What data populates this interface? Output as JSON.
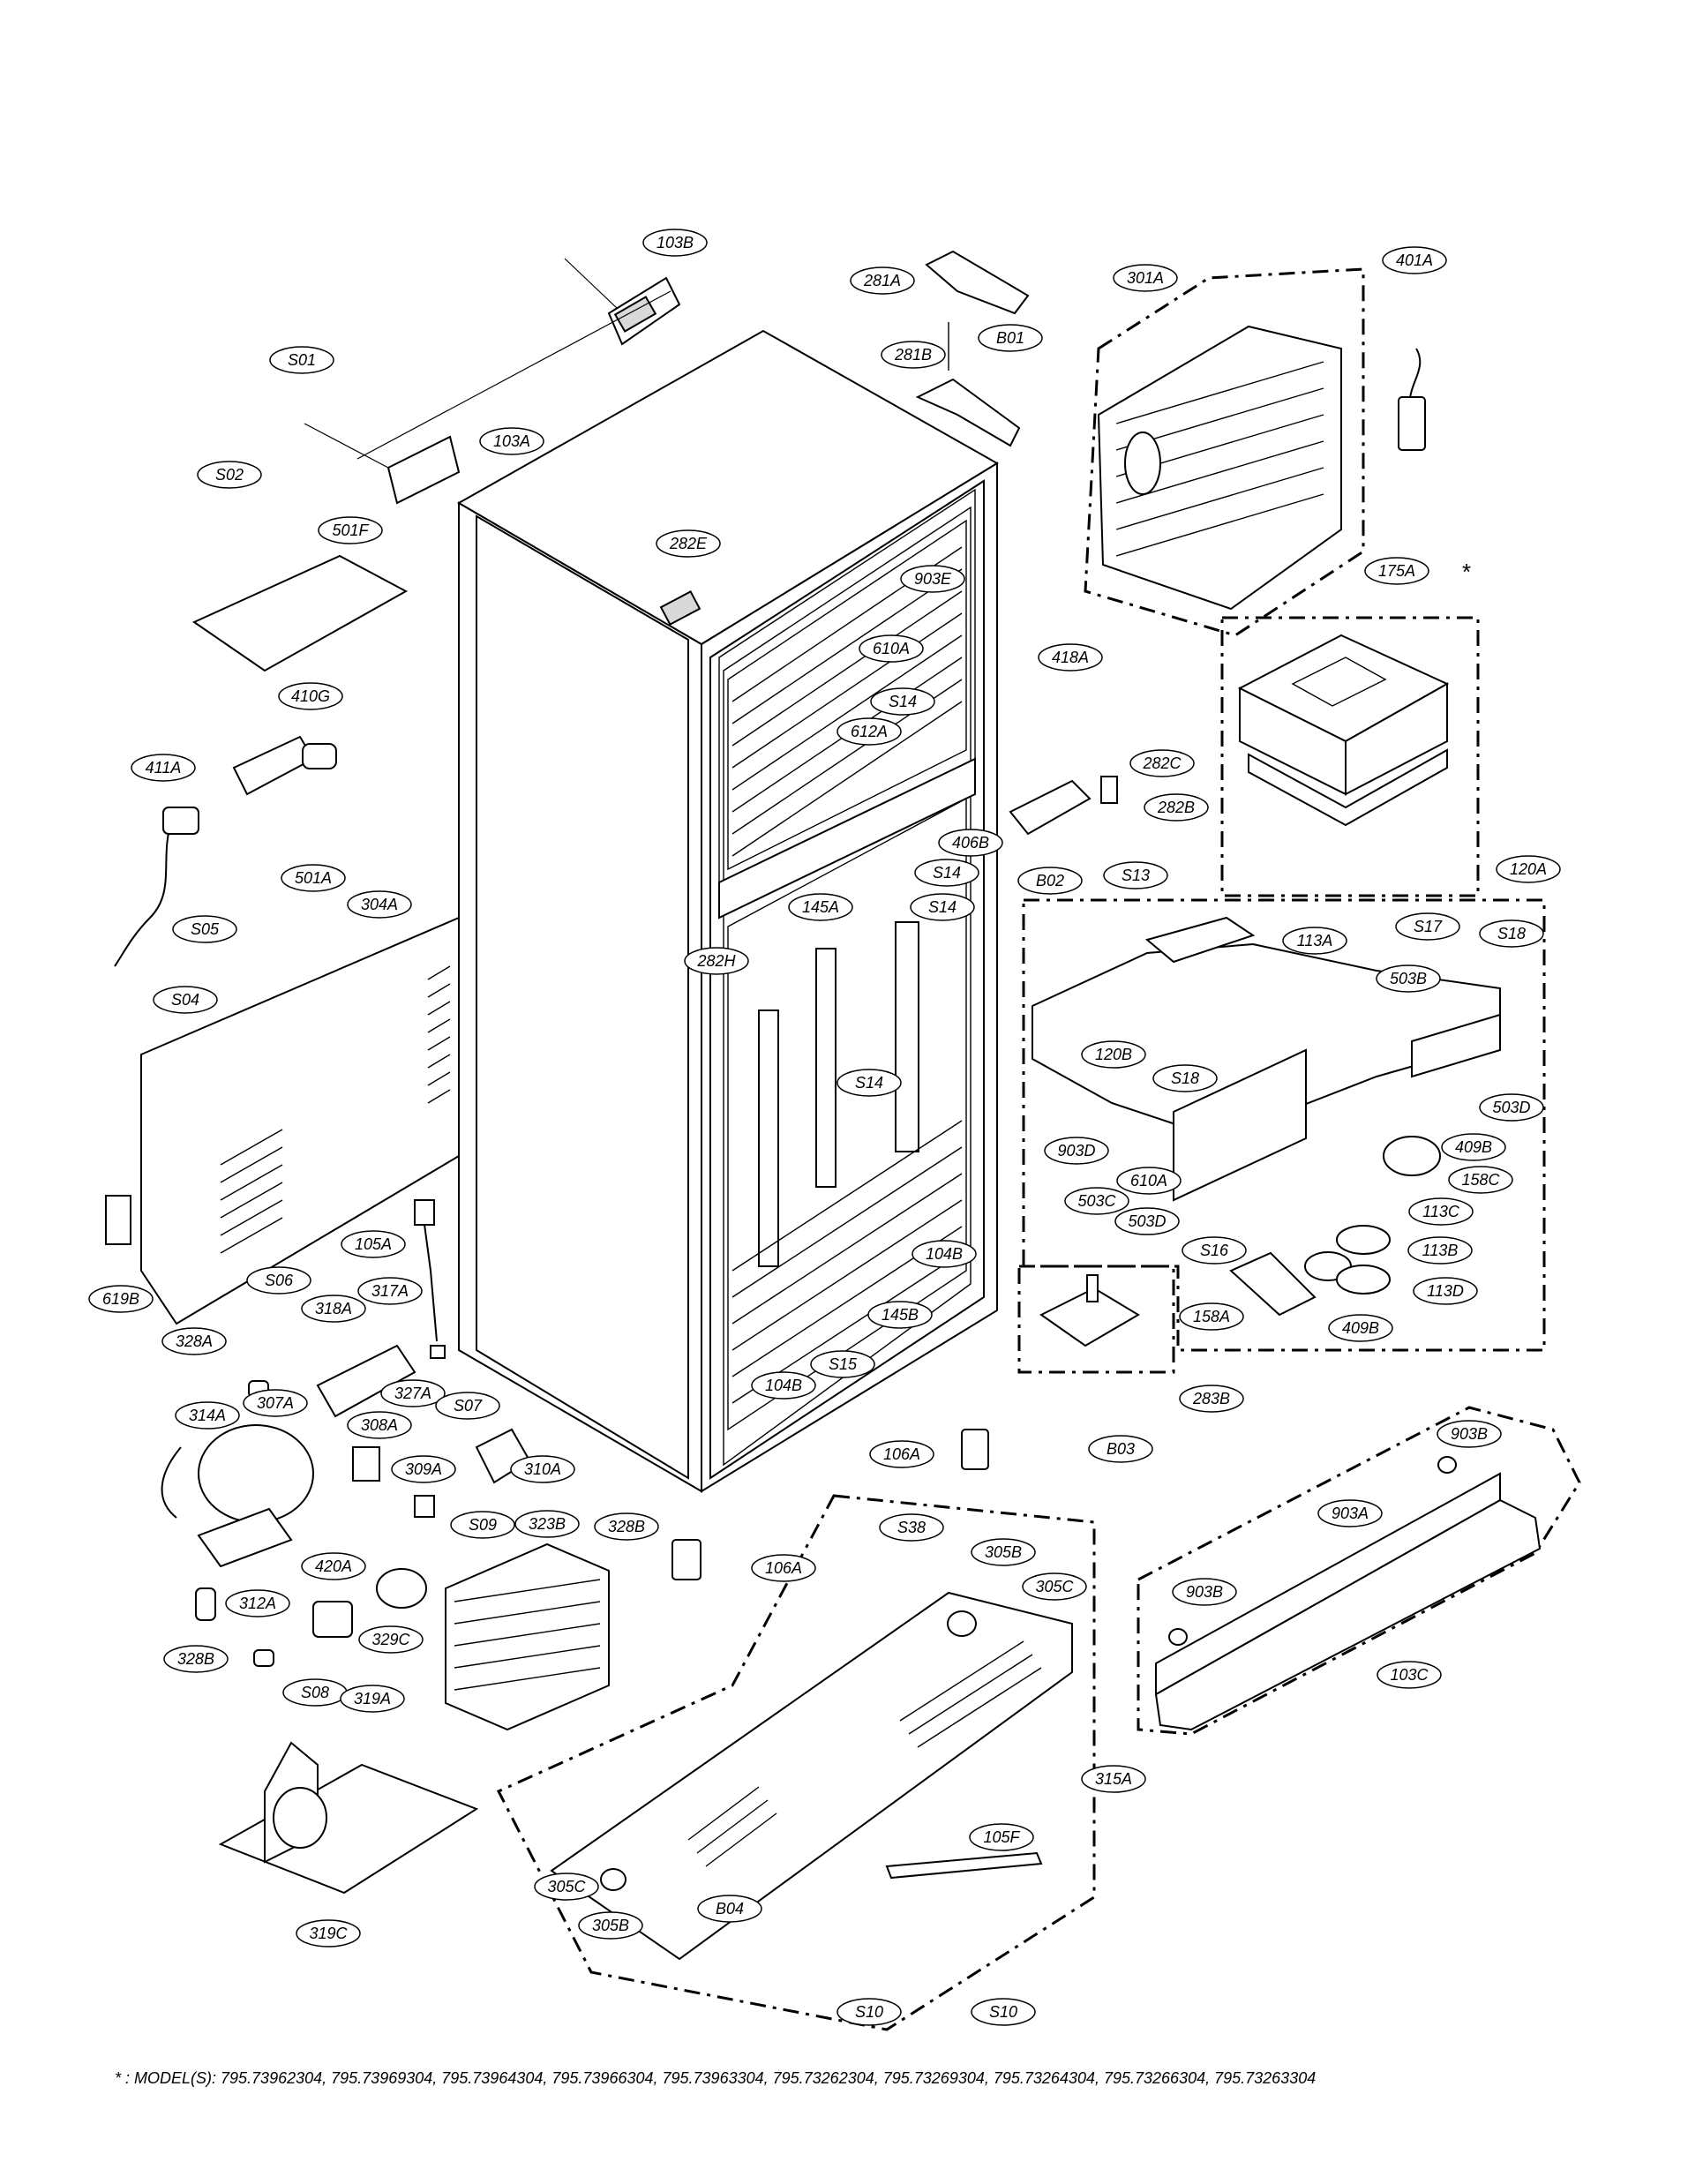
{
  "labels": {
    "l103B": "103B",
    "l281A": "281A",
    "l301A": "301A",
    "l401A": "401A",
    "lB01a": "B01",
    "l281B": "281B",
    "lS01": "S01",
    "l103A": "103A",
    "lS02": "S02",
    "l501F": "501F",
    "l282E": "282E",
    "l903E": "903E",
    "l610A": "610A",
    "l418A": "418A",
    "l175A": "175A",
    "l410G": "410G",
    "lS14a": "S14",
    "l612A": "612A",
    "l411A": "411A",
    "l282C": "282C",
    "l282B": "282B",
    "l501A": "501A",
    "l406B": "406B",
    "lB02": "B02",
    "lS13": "S13",
    "lS14b": "S14",
    "l304A": "304A",
    "l145A": "145A",
    "lS14c": "S14",
    "l120A": "120A",
    "lS05": "S05",
    "l282H": "282H",
    "l113A": "113A",
    "lS17": "S17",
    "lS18a": "S18",
    "l503B": "503B",
    "lS04": "S04",
    "l120B": "120B",
    "lS18b": "S18",
    "l503D": "503D",
    "lS14d": "S14",
    "l903D": "903D",
    "l610Ab": "610A",
    "l409B": "409B",
    "l158C": "158C",
    "l503C": "503C",
    "l503Db": "503D",
    "l113C": "113C",
    "l105A": "105A",
    "lS16": "S16",
    "l113B": "113B",
    "l619B": "619B",
    "l104B": "104B",
    "lS06": "S06",
    "l318A": "318A",
    "l317A": "317A",
    "l113D": "113D",
    "l145B": "145B",
    "l158A": "158A",
    "l409Bb": "409B",
    "l328A": "328A",
    "lS15": "S15",
    "l104Bb": "104B",
    "l283B": "283B",
    "l327A": "327A",
    "lS07": "S07",
    "l314A": "314A",
    "l307A": "307A",
    "lB03": "B03",
    "l308A": "308A",
    "l310A": "310A",
    "l903B": "903B",
    "l309A": "309A",
    "l106A": "106A",
    "l903A": "903A",
    "lS09": "S09",
    "l323B": "323B",
    "l328B": "328B",
    "lS38": "S38",
    "l106Ab": "106A",
    "l420A": "420A",
    "l305B": "305B",
    "l305C": "305C",
    "l903Bb": "903B",
    "l312A": "312A",
    "l329C": "329C",
    "l103C": "103C",
    "l328Bb": "328B",
    "lS08": "S08",
    "l319A": "319A",
    "l315A": "315A",
    "l105F": "105F",
    "l305Cb": "305C",
    "lB04": "B04",
    "l305Bb": "305B",
    "l319C": "319C",
    "lS10a": "S10",
    "lS10b": "S10"
  },
  "asterisk": "*",
  "footnote": "* : MODEL(S): 795.73962304, 795.73969304, 795.73964304, 795.73966304, 795.73963304, 795.73262304, 795.73269304, 795.73264304, 795.73266304, 795.73263304"
}
